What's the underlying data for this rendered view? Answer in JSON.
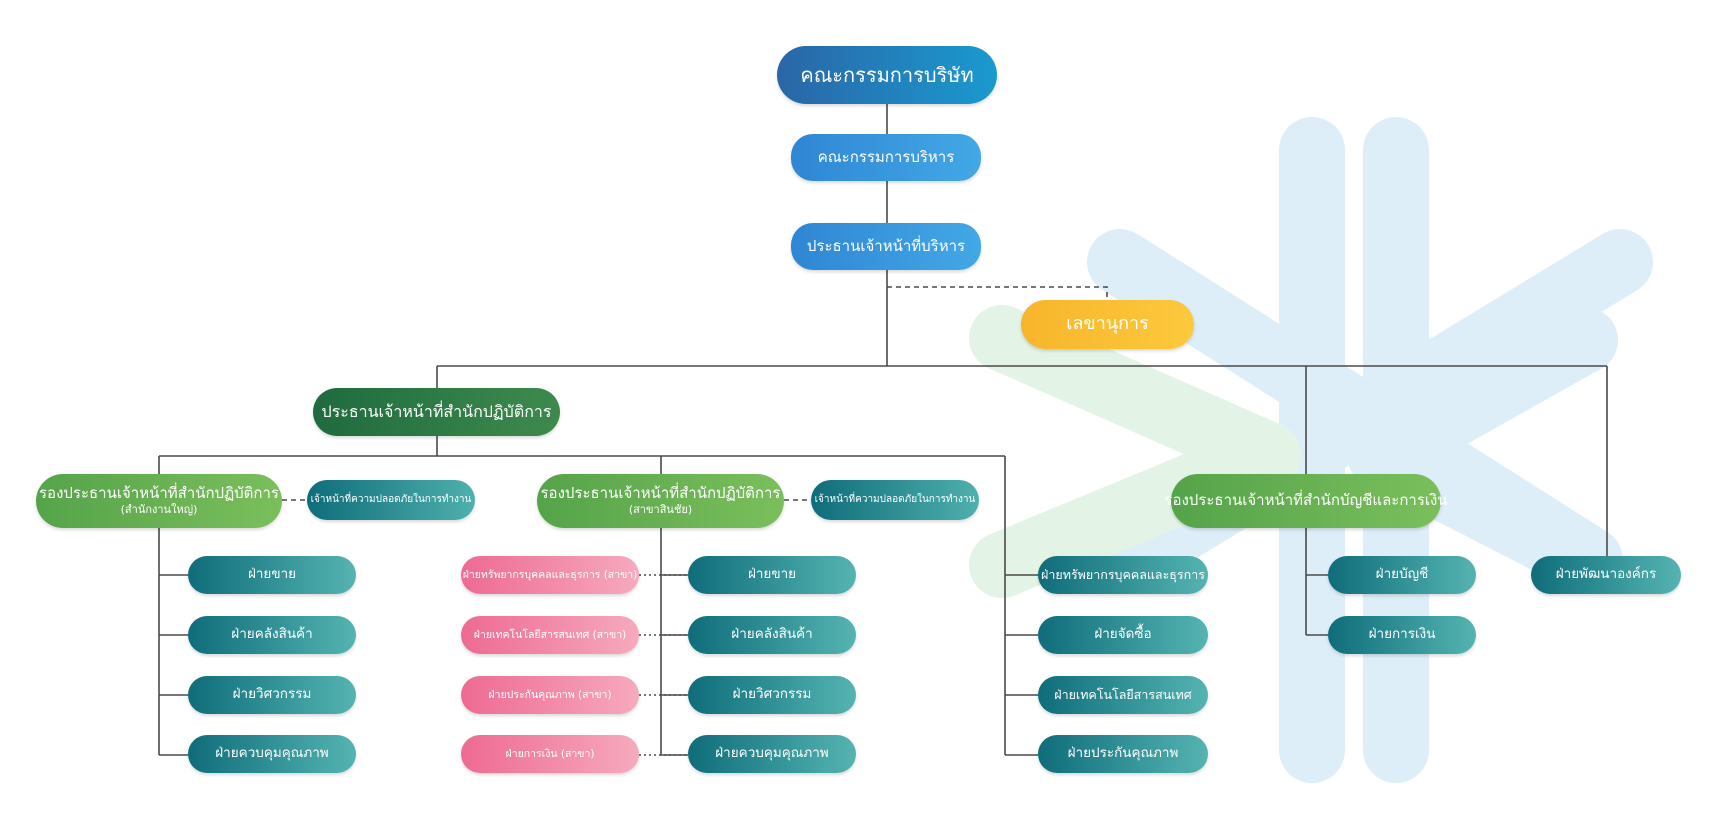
{
  "org": {
    "board": "คณะกรรมการบริษัท",
    "exec_committee": "คณะกรรมการบริหาร",
    "ceo": "ประธานเจ้าหน้าที่บริหาร",
    "secretary": "เลขานุการ",
    "coo": "ประธานเจ้าหน้าที่สำนักปฏิบัติการ",
    "vp_ops_hq": {
      "title": "รองประธานเจ้าหน้าที่สำนักปฏิบัติการ",
      "sub": "(สำนักงานใหญ่)"
    },
    "vp_ops_branch": {
      "title": "รองประธานเจ้าหน้าที่สำนักปฏิบัติการ",
      "sub": "(สาขาสินชัย)"
    },
    "safety_officer": "เจ้าหน้าที่ความปลอดภัยในการทำงาน",
    "vp_finance": "รองประธานเจ้าหน้าที่สำนักบัญชีและการเงิน",
    "hq_depts": [
      "ฝ่ายขาย",
      "ฝ่ายคลังสินค้า",
      "ฝ่ายวิศวกรรม",
      "ฝ่ายควบคุมคุณภาพ"
    ],
    "branch_depts": [
      "ฝ่ายขาย",
      "ฝ่ายคลังสินค้า",
      "ฝ่ายวิศวกรรม",
      "ฝ่ายควบคุมคุณภาพ"
    ],
    "branch_support": [
      "ฝ่ายทรัพยากรบุคคลและธุรการ (สาขา)",
      "ฝ่ายเทคโนโลยีสารสนเทศ (สาขา)",
      "ฝ่ายประกันคุณภาพ (สาขา)",
      "ฝ่ายการเงิน (สาขา)"
    ],
    "central_depts": [
      "ฝ่ายทรัพยากรบุคคลและธุรการ",
      "ฝ่ายจัดซื้อ",
      "ฝ่ายเทคโนโลยีสารสนเทศ",
      "ฝ่ายประกันคุณภาพ"
    ],
    "finance_depts": [
      "ฝ่ายบัญชี",
      "ฝ่ายการเงิน"
    ],
    "org_dev": "ฝ่ายพัฒนาองค์กร"
  },
  "colors": {
    "connector": "#4a4a4a",
    "logo_blue": "#deeef8",
    "logo_green": "#e3f3e6"
  },
  "icons": {
    "background_logo": "snowflake-logo-watermark"
  }
}
